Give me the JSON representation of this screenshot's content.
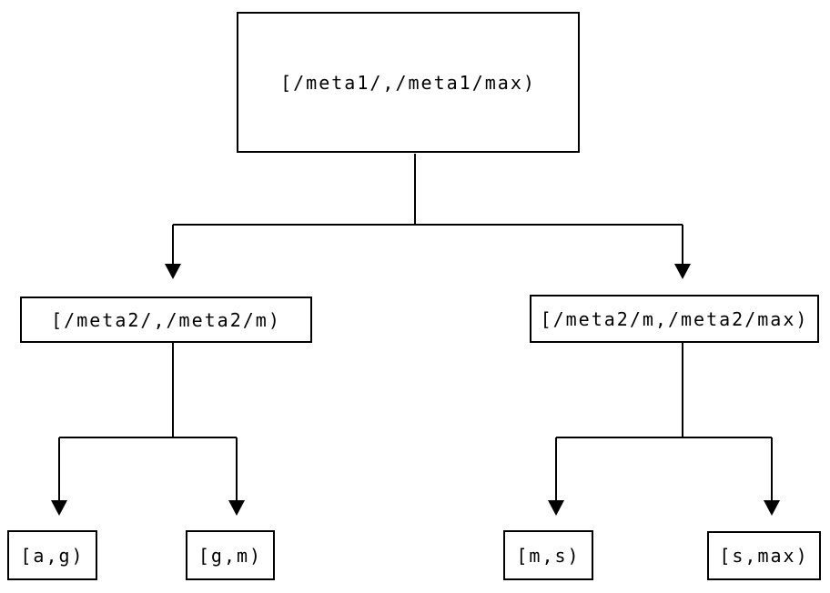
{
  "diagram": {
    "type": "tree",
    "colors": {
      "background": "#ffffff",
      "line": "#000000",
      "text": "#000000",
      "node_border": "#000000",
      "node_fill": "#ffffff"
    },
    "nodes": {
      "root": {
        "label": "[/meta1/,/meta1/max)"
      },
      "meta2_left": {
        "label": "[/meta2/,/meta2/m)"
      },
      "meta2_right": {
        "label": "[/meta2/m,/meta2/max)"
      },
      "leaf_ag": {
        "label": "[a,g)"
      },
      "leaf_gm": {
        "label": "[g,m)"
      },
      "leaf_ms": {
        "label": "[m,s)"
      },
      "leaf_smax": {
        "label": "[s,max)"
      }
    },
    "edges": [
      {
        "from": "root",
        "to": "meta2_left"
      },
      {
        "from": "root",
        "to": "meta2_right"
      },
      {
        "from": "meta2_left",
        "to": "leaf_ag"
      },
      {
        "from": "meta2_left",
        "to": "leaf_gm"
      },
      {
        "from": "meta2_right",
        "to": "leaf_ms"
      },
      {
        "from": "meta2_right",
        "to": "leaf_smax"
      }
    ]
  }
}
